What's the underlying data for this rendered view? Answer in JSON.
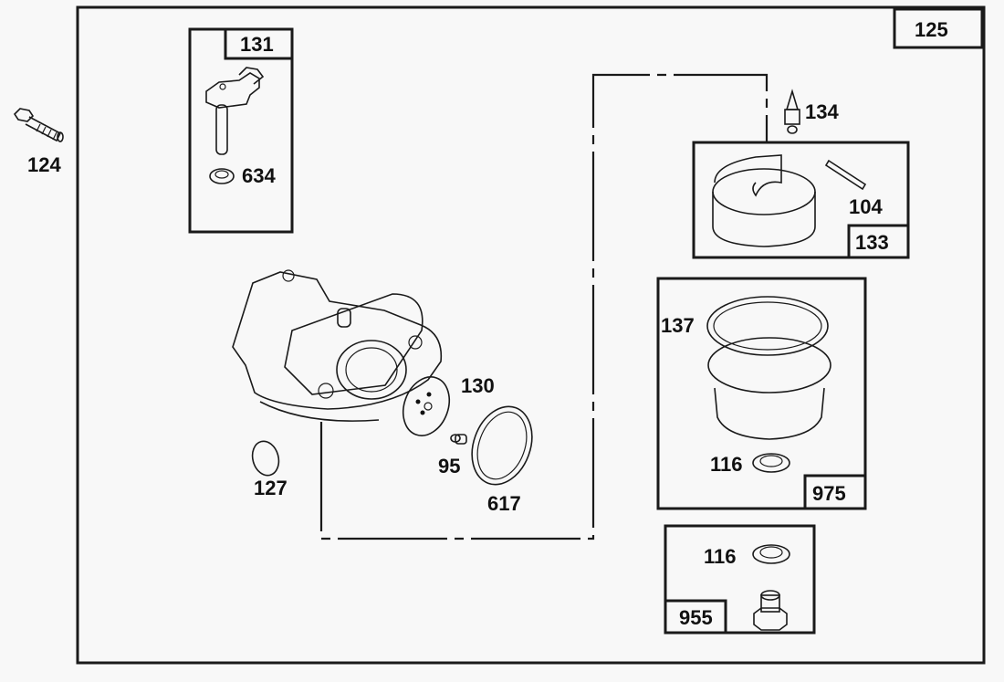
{
  "diagram": {
    "title": "Carburetor assembly exploded parts view",
    "assembly_number": "125",
    "kits": [
      {
        "id": "131",
        "contains": [
          "634"
        ]
      },
      {
        "id": "133",
        "contains": [
          "104"
        ]
      },
      {
        "id": "975",
        "contains": [
          "137",
          "116"
        ]
      },
      {
        "id": "955",
        "contains": [
          "116"
        ]
      }
    ],
    "callouts": {
      "p124": "124",
      "p131": "131",
      "p634": "634",
      "p125": "125",
      "p134": "134",
      "p104": "104",
      "p133": "133",
      "p137": "137",
      "p116a": "116",
      "p975": "975",
      "p116b": "116",
      "p955": "955",
      "p130": "130",
      "p95": "95",
      "p617": "617",
      "p127": "127"
    },
    "parts": [
      {
        "number": "124",
        "name": "bolt"
      },
      {
        "number": "131",
        "name": "choke shaft kit"
      },
      {
        "number": "634",
        "name": "seal"
      },
      {
        "number": "134",
        "name": "needle valve"
      },
      {
        "number": "104",
        "name": "float pin"
      },
      {
        "number": "133",
        "name": "float kit"
      },
      {
        "number": "137",
        "name": "gasket"
      },
      {
        "number": "116",
        "name": "washer"
      },
      {
        "number": "975",
        "name": "bowl kit"
      },
      {
        "number": "955",
        "name": "bowl screw kit"
      },
      {
        "number": "130",
        "name": "throttle plate"
      },
      {
        "number": "95",
        "name": "screw"
      },
      {
        "number": "617",
        "name": "o-ring"
      },
      {
        "number": "127",
        "name": "welch plug"
      }
    ]
  }
}
